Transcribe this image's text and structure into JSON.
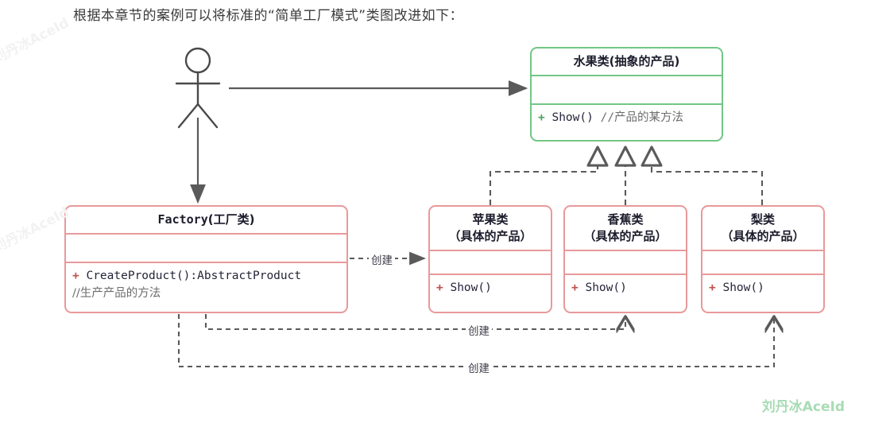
{
  "page": {
    "caption": "根据本章节的案例可以将标准的“简单工厂模式”类图改进如下：",
    "background": "#ffffff"
  },
  "colors": {
    "abstract_border": "#72c686",
    "concrete_border": "#e8999a",
    "edge": "#5a5a5a",
    "watermark": "#a8dcb4",
    "text": "#24243a"
  },
  "actor": {
    "name": "actor-stick-figure"
  },
  "classes": {
    "abstract_product": {
      "title": "水果类(抽象的产品)",
      "attributes": "",
      "method_visibility": "+",
      "method": "Show()",
      "method_comment": "//产品的某方法",
      "style": "green"
    },
    "factory": {
      "title_mono": "Factory",
      "title_cjk": "(工厂类)",
      "attributes": "",
      "method_visibility": "+",
      "method": "CreateProduct():AbstractProduct",
      "method_comment": "//生产产品的方法",
      "style": "red"
    },
    "concrete": [
      {
        "title_line1": "苹果类",
        "title_line2": "（具体的产品）",
        "attributes": "",
        "method_visibility": "+",
        "method": "Show()"
      },
      {
        "title_line1": "香蕉类",
        "title_line2": "（具体的产品）",
        "attributes": "",
        "method_visibility": "+",
        "method": "Show()"
      },
      {
        "title_line1": "梨类",
        "title_line2": "（具体的产品）",
        "attributes": "",
        "method_visibility": "+",
        "method": "Show()"
      }
    ]
  },
  "edges": {
    "create_labels": [
      "创建",
      "创建",
      "创建"
    ],
    "actor_to_abstract": "solid-arrow",
    "actor_to_factory": "solid-arrow",
    "realization": "dashed-hollow-triangle"
  },
  "watermarks": {
    "corner": "刘丹冰AceId",
    "faint": [
      "刘丹冰AceId",
      "刘丹冰AceId"
    ]
  }
}
